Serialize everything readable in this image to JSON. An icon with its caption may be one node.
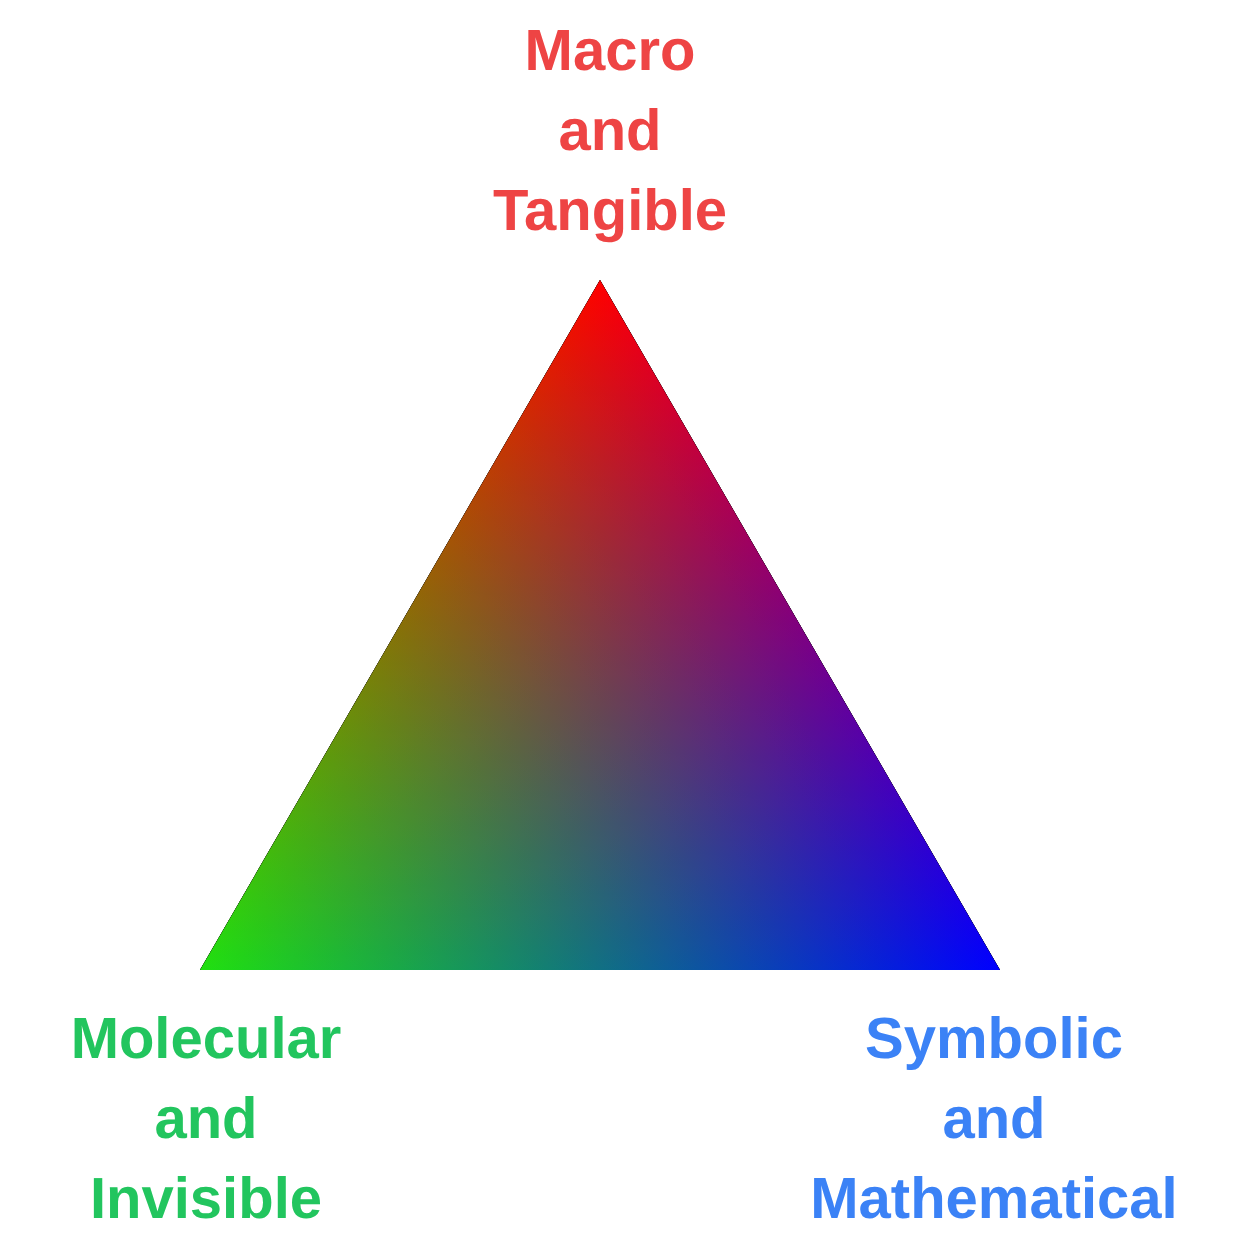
{
  "diagram": {
    "labels": [
      "Macro and Tangible",
      "Molecular and Invisible",
      "Symbolic and Mathematical"
    ]
  }
}
